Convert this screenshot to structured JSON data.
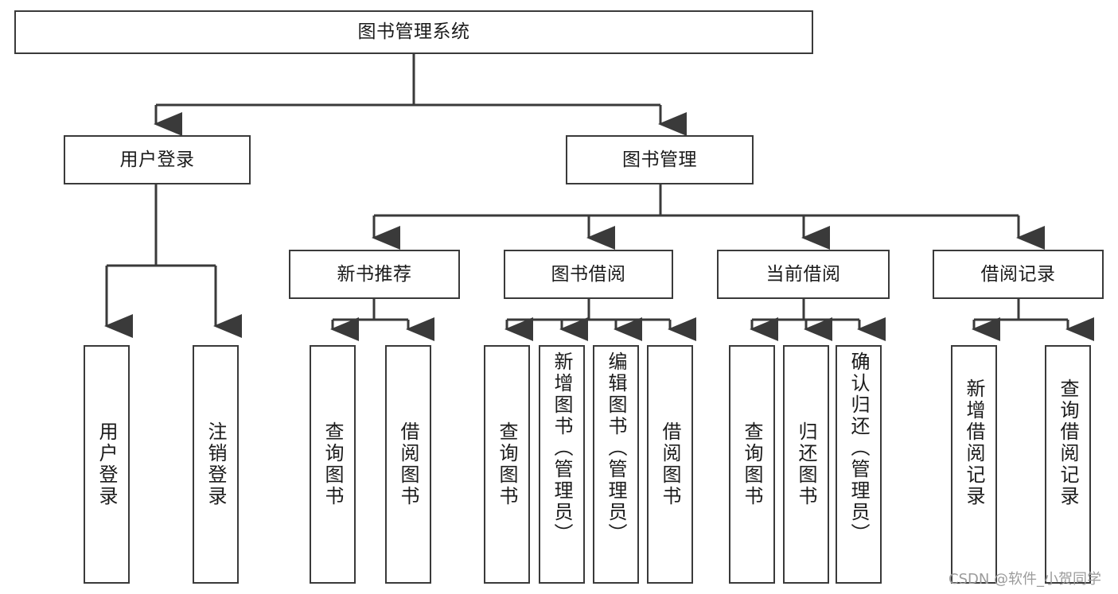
{
  "diagram": {
    "title_node": {
      "id": "root",
      "label": "图书管理系统"
    },
    "level1": [
      {
        "id": "user-login",
        "label": "用户登录"
      },
      {
        "id": "book-management",
        "label": "图书管理"
      }
    ],
    "level2": [
      {
        "id": "new-book-recommend",
        "label": "新书推荐"
      },
      {
        "id": "book-borrow",
        "label": "图书借阅"
      },
      {
        "id": "current-borrow",
        "label": "当前借阅"
      },
      {
        "id": "borrow-record",
        "label": "借阅记录"
      }
    ],
    "leaves": [
      {
        "id": "leaf-user-login",
        "label": "用户登录",
        "parent": "user-login"
      },
      {
        "id": "leaf-logout-login",
        "label": "注销登录",
        "parent": "user-login"
      },
      {
        "id": "leaf-query-book-1",
        "label": "查询图书",
        "parent": "new-book-recommend"
      },
      {
        "id": "leaf-borrow-book-1",
        "label": "借阅图书",
        "parent": "new-book-recommend"
      },
      {
        "id": "leaf-query-book-2",
        "label": "查询图书",
        "parent": "book-borrow"
      },
      {
        "id": "leaf-add-book-admin",
        "label": "新增图书（管理员）",
        "parent": "book-borrow"
      },
      {
        "id": "leaf-edit-book-admin",
        "label": "编辑图书（管理员）",
        "parent": "book-borrow"
      },
      {
        "id": "leaf-borrow-book-2",
        "label": "借阅图书",
        "parent": "book-borrow"
      },
      {
        "id": "leaf-query-book-3",
        "label": "查询图书",
        "parent": "current-borrow"
      },
      {
        "id": "leaf-return-book",
        "label": "归还图书",
        "parent": "current-borrow"
      },
      {
        "id": "leaf-confirm-return-admin",
        "label": "确认归还（管理员）",
        "parent": "current-borrow"
      },
      {
        "id": "leaf-add-borrow-record",
        "label": "新增借阅记录",
        "parent": "borrow-record"
      },
      {
        "id": "leaf-query-borrow-record",
        "label": "查询借阅记录",
        "parent": "borrow-record"
      }
    ],
    "colors": {
      "box_border": "#3a3a3a",
      "box_fill": "#ffffff",
      "edge": "#3a3a3a",
      "text": "#1b1b1b",
      "watermark": "#9b9b9b"
    }
  },
  "watermark": {
    "text": "CSDN @软件_小贺同学"
  }
}
